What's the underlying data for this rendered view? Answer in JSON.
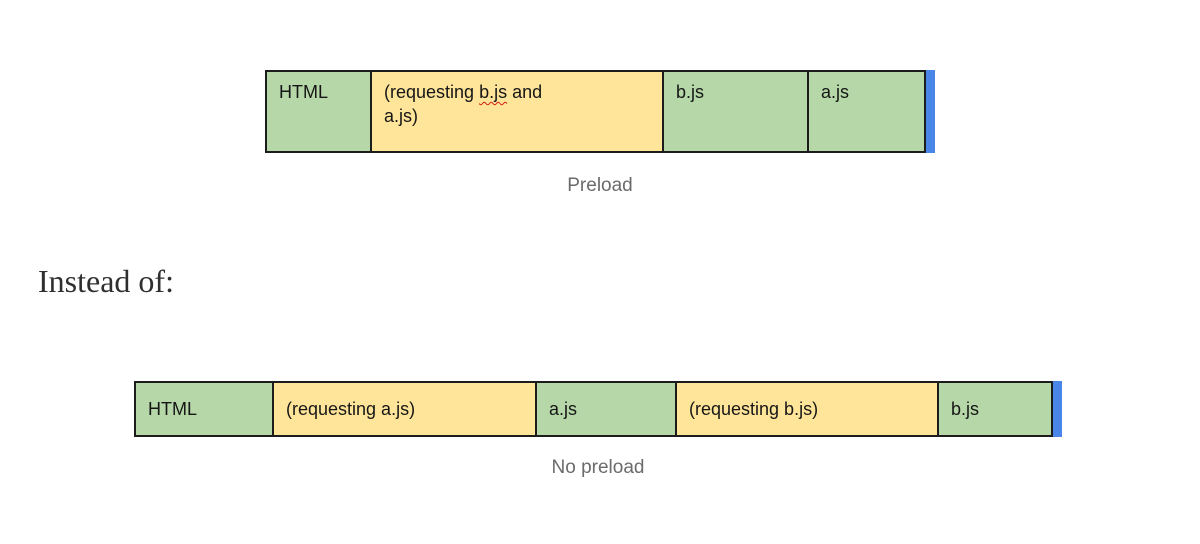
{
  "colors": {
    "cell_green": "#b6d7a8",
    "cell_yellow": "#ffe599",
    "marker_blue": "#4a86e8",
    "border_black": "#1c1c1c",
    "caption_gray": "#6b6b6b"
  },
  "preload_diagram": {
    "caption": "Preload",
    "cells": [
      {
        "label": "HTML",
        "color": "green"
      },
      {
        "color": "yellow",
        "parts": {
          "prefix": "(requesting ",
          "misspelled": "b.js",
          "suffix": " and",
          "line2": "a.js)"
        }
      },
      {
        "label": "b.js",
        "color": "green"
      },
      {
        "label": "a.js",
        "color": "green"
      }
    ]
  },
  "instead_text": "Instead of:",
  "no_preload_diagram": {
    "caption": "No preload",
    "cells": [
      {
        "label": "HTML",
        "color": "green"
      },
      {
        "label": "(requesting a.js)",
        "color": "yellow"
      },
      {
        "label": "a.js",
        "color": "green"
      },
      {
        "label": "(requesting b.js)",
        "color": "yellow"
      },
      {
        "label": "b.js",
        "color": "green"
      }
    ]
  }
}
